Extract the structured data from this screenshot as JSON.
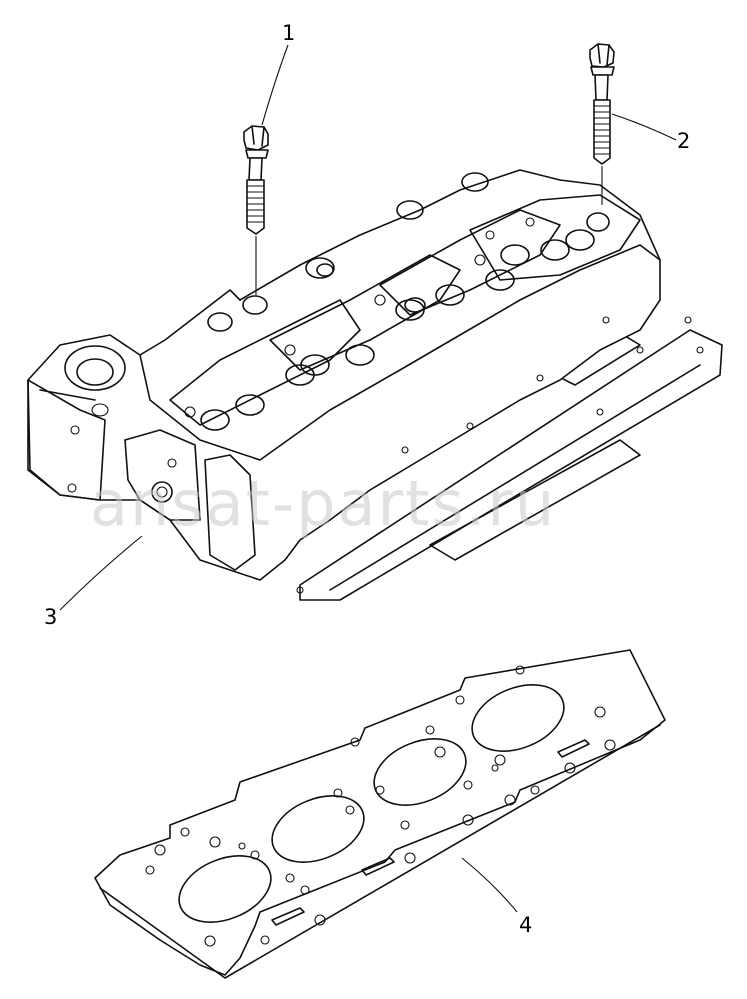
{
  "callouts": {
    "part_1": "1",
    "part_2": "2",
    "part_3": "3",
    "part_4": "4"
  },
  "watermark": "ansat-parts.ru",
  "colors": {
    "line": "#111111",
    "background": "#ffffff",
    "watermark": "#c8c8c8"
  }
}
